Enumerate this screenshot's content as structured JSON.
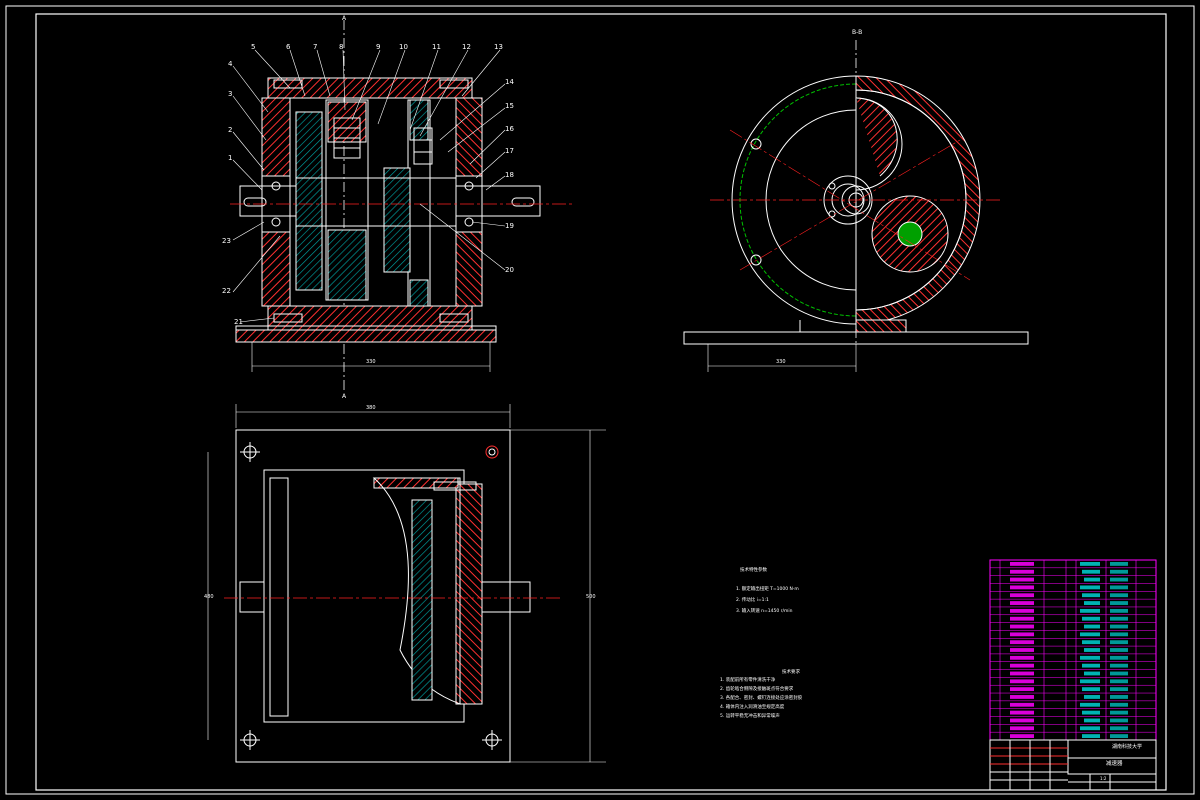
{
  "colors": {
    "background": "#000000",
    "line": "#ffffff",
    "hatch": "#ff3030",
    "centerline": "#ff2020",
    "green": "#00c000",
    "yellow": "#ffff00",
    "cyan": "#00ffff",
    "magenta": "#ff00ff"
  },
  "section_mark": "A",
  "part_numbers_top": [
    "5",
    "6",
    "7",
    "8",
    "9",
    "10",
    "11",
    "12",
    "13"
  ],
  "part_numbers_left": [
    "4",
    "3",
    "2",
    "1",
    "23",
    "22",
    "21"
  ],
  "part_numbers_right": [
    "14",
    "15",
    "16",
    "17",
    "18",
    "19",
    "20"
  ],
  "dim_front_width": "330",
  "dim_side_width": "330",
  "dim_plan_width": "380",
  "dim_plan_height": "480",
  "dim_plan_height_outer": "500",
  "side_view_label": "B-B",
  "specs": {
    "title": "技术特性参数",
    "items": [
      "1. 额定输出扭矩  T=1000 N·m",
      "2. 传动比  i=1:1",
      "3. 输入转速  n=1450 r/min"
    ]
  },
  "tech_req": {
    "title": "技术要求",
    "items": [
      "1. 装配前所有零件清洗干净",
      "2. 齿轮啮合侧隙及接触斑点符合要求",
      "3. 各配合、密封、螺钉连接处应涂密封胶",
      "4. 箱体内注入润滑油至规定高度",
      "5. 运转平稳无冲击和异常噪声"
    ]
  },
  "title_block": {
    "school": "湖南科技大学",
    "drawing_name": "减速器",
    "scale": "1:2"
  }
}
